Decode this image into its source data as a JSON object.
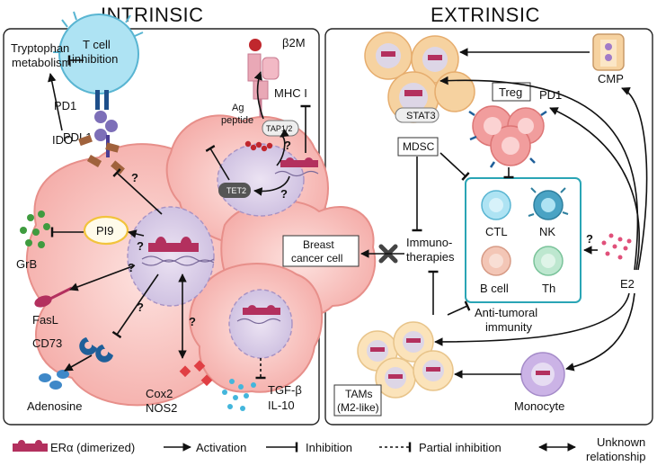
{
  "headers": {
    "intrinsic": "INTRINSIC",
    "extrinsic": "EXTRINSIC"
  },
  "intrinsic": {
    "tryptophan_line1": "Tryptophan",
    "tryptophan_line2": "metabolism",
    "tcell_line1": "T cell",
    "tcell_line2": "inhibition",
    "b2m": "β2M",
    "mhc1": "MHC I",
    "pd1": "PD1",
    "pdl1": "PDL1",
    "ag_line1": "Ag",
    "ag_line2": "peptide",
    "tap": "TAP1/2",
    "tet2": "TET2",
    "ido": "IDO",
    "pi9": "PI9",
    "grb": "GrB",
    "fasl": "FasL",
    "cd73": "CD73",
    "adenosine": "Adenosine",
    "cox2": "Cox2",
    "nos2": "NOS2",
    "tgfb": "TGF-β",
    "il10": "IL-10",
    "unknown_mark": "?"
  },
  "extrinsic": {
    "cmp": "CMP",
    "stat3": "STAT3",
    "treg": "Treg",
    "pd1": "PD1",
    "mdsc": "MDSC",
    "ctl": "CTL",
    "nk": "NK",
    "bcell": "B cell",
    "th": "Th",
    "breast_line1": "Breast",
    "breast_line2": "cancer cell",
    "immuno_line1": "Immuno-",
    "immuno_line2": "therapies",
    "anti_line1": "Anti-tumoral",
    "anti_line2": "immunity",
    "e2": "E2",
    "tams_line1": "TAMs",
    "tams_line2": "(M2-like)",
    "monocyte": "Monocyte",
    "unknown_mark": "?"
  },
  "legend": {
    "era": "ERα (dimerized)",
    "activation": "Activation",
    "inhibition": "Inhibition",
    "partial": "Partial inhibition",
    "unknown_line1": "Unknown",
    "unknown_line2": "relationship"
  },
  "colors": {
    "tumor_cell": "#f6b7b4",
    "era": "#b3305e",
    "tcell": "#9fdcef",
    "treg": "#f19d9d",
    "mdsc_cell": "#f6d2a0",
    "tam_cell": "#fbe3ba",
    "monocyte": "#cbb3e6",
    "immune_box": "#2aa5b5",
    "pi9_ring": "#f2c33c",
    "cd73": "#1f5f99",
    "adenosine": "#3e88c8",
    "grb": "#3f9b3f",
    "cox2": "#e03f44",
    "tgf": "#43b6dc",
    "ido": "#a0623c",
    "e2": "#e0507a"
  }
}
